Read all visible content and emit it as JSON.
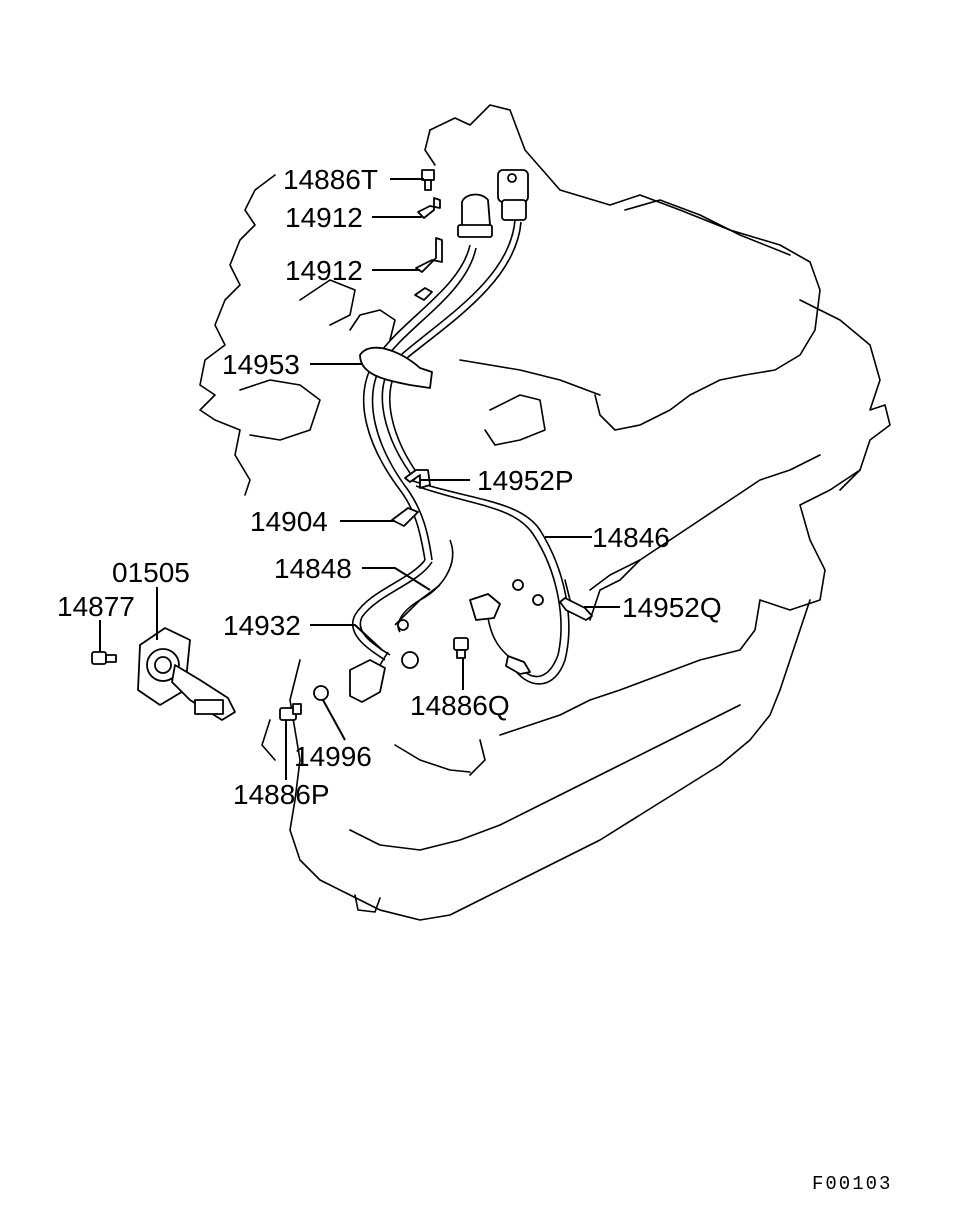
{
  "diagram": {
    "labels": {
      "p14886T": "14886T",
      "p14912a": "14912",
      "p14912b": "14912",
      "p14953": "14953",
      "p14952P": "14952P",
      "p14904": "14904",
      "p14846": "14846",
      "p14848": "14848",
      "p01505": "01505",
      "p14877": "14877",
      "p14932": "14932",
      "p14952Q": "14952Q",
      "p14886Q": "14886Q",
      "p14996": "14996",
      "p14886P": "14886P"
    },
    "figure_code": "F00103"
  }
}
